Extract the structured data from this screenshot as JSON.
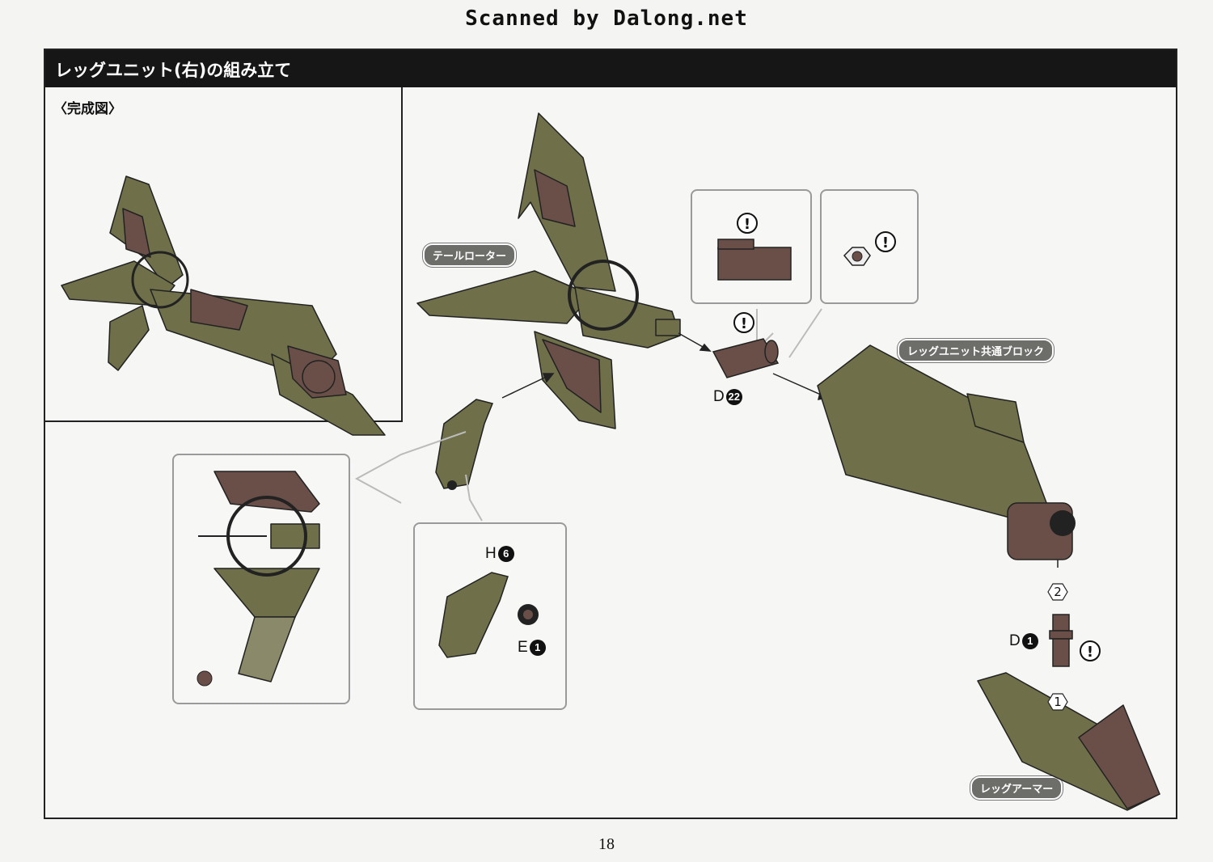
{
  "scan_credit": "Scanned by Dalong.net",
  "header": {
    "title": "レッグユニット(右)の組み立て"
  },
  "completed_view": {
    "label": "〈完成図〉"
  },
  "part_tags": {
    "tail_rotor": "テールローター",
    "leg_unit_common_block": "レッグユニット共通ブロック",
    "leg_armor": "レッグアーマー"
  },
  "part_codes": {
    "d22": {
      "letter": "D",
      "number": "22"
    },
    "h6": {
      "letter": "H",
      "number": "6"
    },
    "e1": {
      "letter": "E",
      "number": "1"
    },
    "d1": {
      "letter": "D",
      "number": "1"
    }
  },
  "caution_mark": "!",
  "steps": {
    "one": "1",
    "two": "2"
  },
  "page_number": "18",
  "colors": {
    "part_olive": "#6f6f4a",
    "part_brown": "#6a4f49",
    "header_bg": "#161616"
  }
}
